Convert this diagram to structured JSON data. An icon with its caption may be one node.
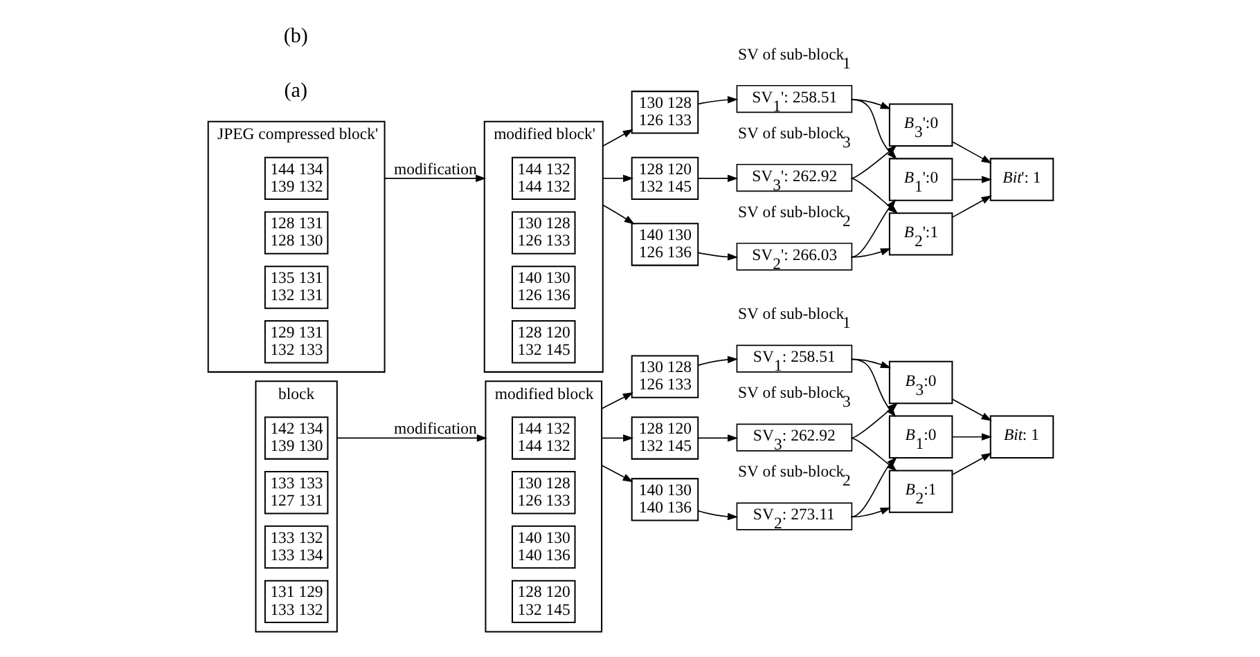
{
  "diagram": {
    "nodes": [
      {
        "text": [
          "block"
        ]
      },
      {
        "text": [
          "142 134 139 130"
        ],
        "in": 0
      },
      {
        "text": [
          "133 133 127 131"
        ],
        "in": 0
      },
      {
        "text": [
          "133 132 133 134"
        ],
        "in": 0
      },
      {
        "text": [
          "131 129 133 132"
        ],
        "in": 0
      },
      {
        "text": [
          "modified block"
        ]
      },
      {
        "text": [
          "144 132 144 132"
        ],
        "in": 5
      },
      {
        "text": [
          "130 128 126 133"
        ],
        "in": 5
      },
      {
        "text": [
          "140 130 140 136"
        ],
        "in": 5
      },
      {
        "text": [
          "128 120 132 145"
        ],
        "in": 5
      },
      {
        "text": [
          "130 128 126 133"
        ]
      },
      {
        "text": [
          "140 130 140 136"
        ]
      },
      {
        "text": [
          "128 120 132 145"
        ]
      },
      {
        "text": [
          "SV$_{1}$: 258.51"
        ],
        "beside": [
          "SV of sub-block$_{1}$"
        ]
      },
      {
        "text": [
          "SV$_{2}$: 273.11"
        ],
        "beside": [
          "SV of sub-block$_{2}$"
        ]
      },
      {
        "text": [
          "SV$_{3}$: 262.92"
        ],
        "beside": [
          "SV of sub-block$_{3}$"
        ]
      },
      {
        "text": [
          "*B*$_{1}$:0"
        ]
      },
      {
        "text": [
          "*B*$_{2}$:1"
        ]
      },
      {
        "text": [
          "*B*$_{3}$:0"
        ]
      },
      {
        "text": [
          "*Bit*: 1"
        ]
      },
      {
        "text": [
          "JPEG compressed block'"
        ]
      },
      {
        "text": [
          "144 134 139 132"
        ],
        "in": 20
      },
      {
        "text": [
          "128 131 128 130"
        ],
        "in": 20
      },
      {
        "text": [
          "135 131 132 131"
        ],
        "in": 20
      },
      {
        "text": [
          "129 131 132 133"
        ],
        "in": 20
      },
      {
        "text": [
          "modified block'"
        ]
      },
      {
        "text": [
          "144 132 144 132"
        ],
        "in": 25
      },
      {
        "text": [
          "130 128 126 133"
        ],
        "in": 25
      },
      {
        "text": [
          "140 130 126 136"
        ],
        "in": 25
      },
      {
        "text": [
          "128 120 132 145"
        ],
        "in": 25
      },
      {
        "text": [
          "130 128 126 133"
        ]
      },
      {
        "text": [
          "140 130 126 136"
        ]
      },
      {
        "text": [
          "128 120 132 145"
        ]
      },
      {
        "text": [
          "SV$_{1}$': 258.51"
        ],
        "beside": [
          "SV of sub-block$_{1}$"
        ]
      },
      {
        "text": [
          "SV$_{2}$': 266.03"
        ],
        "beside": [
          "SV of sub-block$_{2}$"
        ]
      },
      {
        "text": [
          "SV$_{3}$': 262.92"
        ],
        "beside": [
          "SV of sub-block$_{3}$"
        ]
      },
      {
        "text": [
          "*B*$_{1}$':0"
        ]
      },
      {
        "text": [
          "*B*$_{2}$':1"
        ]
      },
      {
        "text": [
          "*B*$_{3}$':0"
        ]
      },
      {
        "text": [
          "*Bit*': 1"
        ]
      }
    ],
    "edges": [
      {
        "from": 0,
        "to": 5,
        "arrow": "to",
        "label": "modification"
      },
      {
        "from": 5,
        "to": 10,
        "arrow": "to"
      },
      {
        "from": 5,
        "to": 11,
        "arrow": "to"
      },
      {
        "from": 5,
        "to": 12,
        "arrow": "to"
      },
      {
        "from": 10,
        "to": 13,
        "arrow": "to"
      },
      {
        "from": 11,
        "to": 14,
        "arrow": "to"
      },
      {
        "from": 12,
        "to": 15,
        "arrow": "to"
      },
      {
        "from": 13,
        "to": 16,
        "arrow": "to"
      },
      {
        "from": 13,
        "to": 18,
        "arrow": "to"
      },
      {
        "from": 14,
        "to": 16,
        "arrow": "to"
      },
      {
        "from": 14,
        "to": 17,
        "arrow": "to"
      },
      {
        "from": 15,
        "to": 17,
        "arrow": "to"
      },
      {
        "from": 15,
        "to": 18,
        "arrow": "to"
      },
      {
        "from": 16,
        "to": 19,
        "arrow": "to"
      },
      {
        "from": 17,
        "to": 19,
        "arrow": "to"
      },
      {
        "from": 18,
        "to": 19,
        "arrow": "to"
      },
      {
        "from": 20,
        "to": 25,
        "arrow": "to",
        "label": "modification"
      },
      {
        "from": 25,
        "to": 30,
        "arrow": "to"
      },
      {
        "from": 25,
        "to": 31,
        "arrow": "to"
      },
      {
        "from": 25,
        "to": 32,
        "arrow": "to"
      },
      {
        "from": 30,
        "to": 33,
        "arrow": "to"
      },
      {
        "from": 31,
        "to": 34,
        "arrow": "to"
      },
      {
        "from": 32,
        "to": 35,
        "arrow": "to"
      },
      {
        "from": 33,
        "to": 36,
        "arrow": "to"
      },
      {
        "from": 33,
        "to": 38,
        "arrow": "to"
      },
      {
        "from": 34,
        "to": 36,
        "arrow": "to"
      },
      {
        "from": 34,
        "to": 37,
        "arrow": "to"
      },
      {
        "from": 35,
        "to": 37,
        "arrow": "to"
      },
      {
        "from": 35,
        "to": 38,
        "arrow": "to"
      },
      {
        "from": 36,
        "to": 39,
        "arrow": "to"
      },
      {
        "from": 37,
        "to": 39,
        "arrow": "to"
      },
      {
        "from": 38,
        "to": 39,
        "arrow": "to"
      }
    ],
    "labels": [
      "(a)",
      "(b)"
    ]
  }
}
